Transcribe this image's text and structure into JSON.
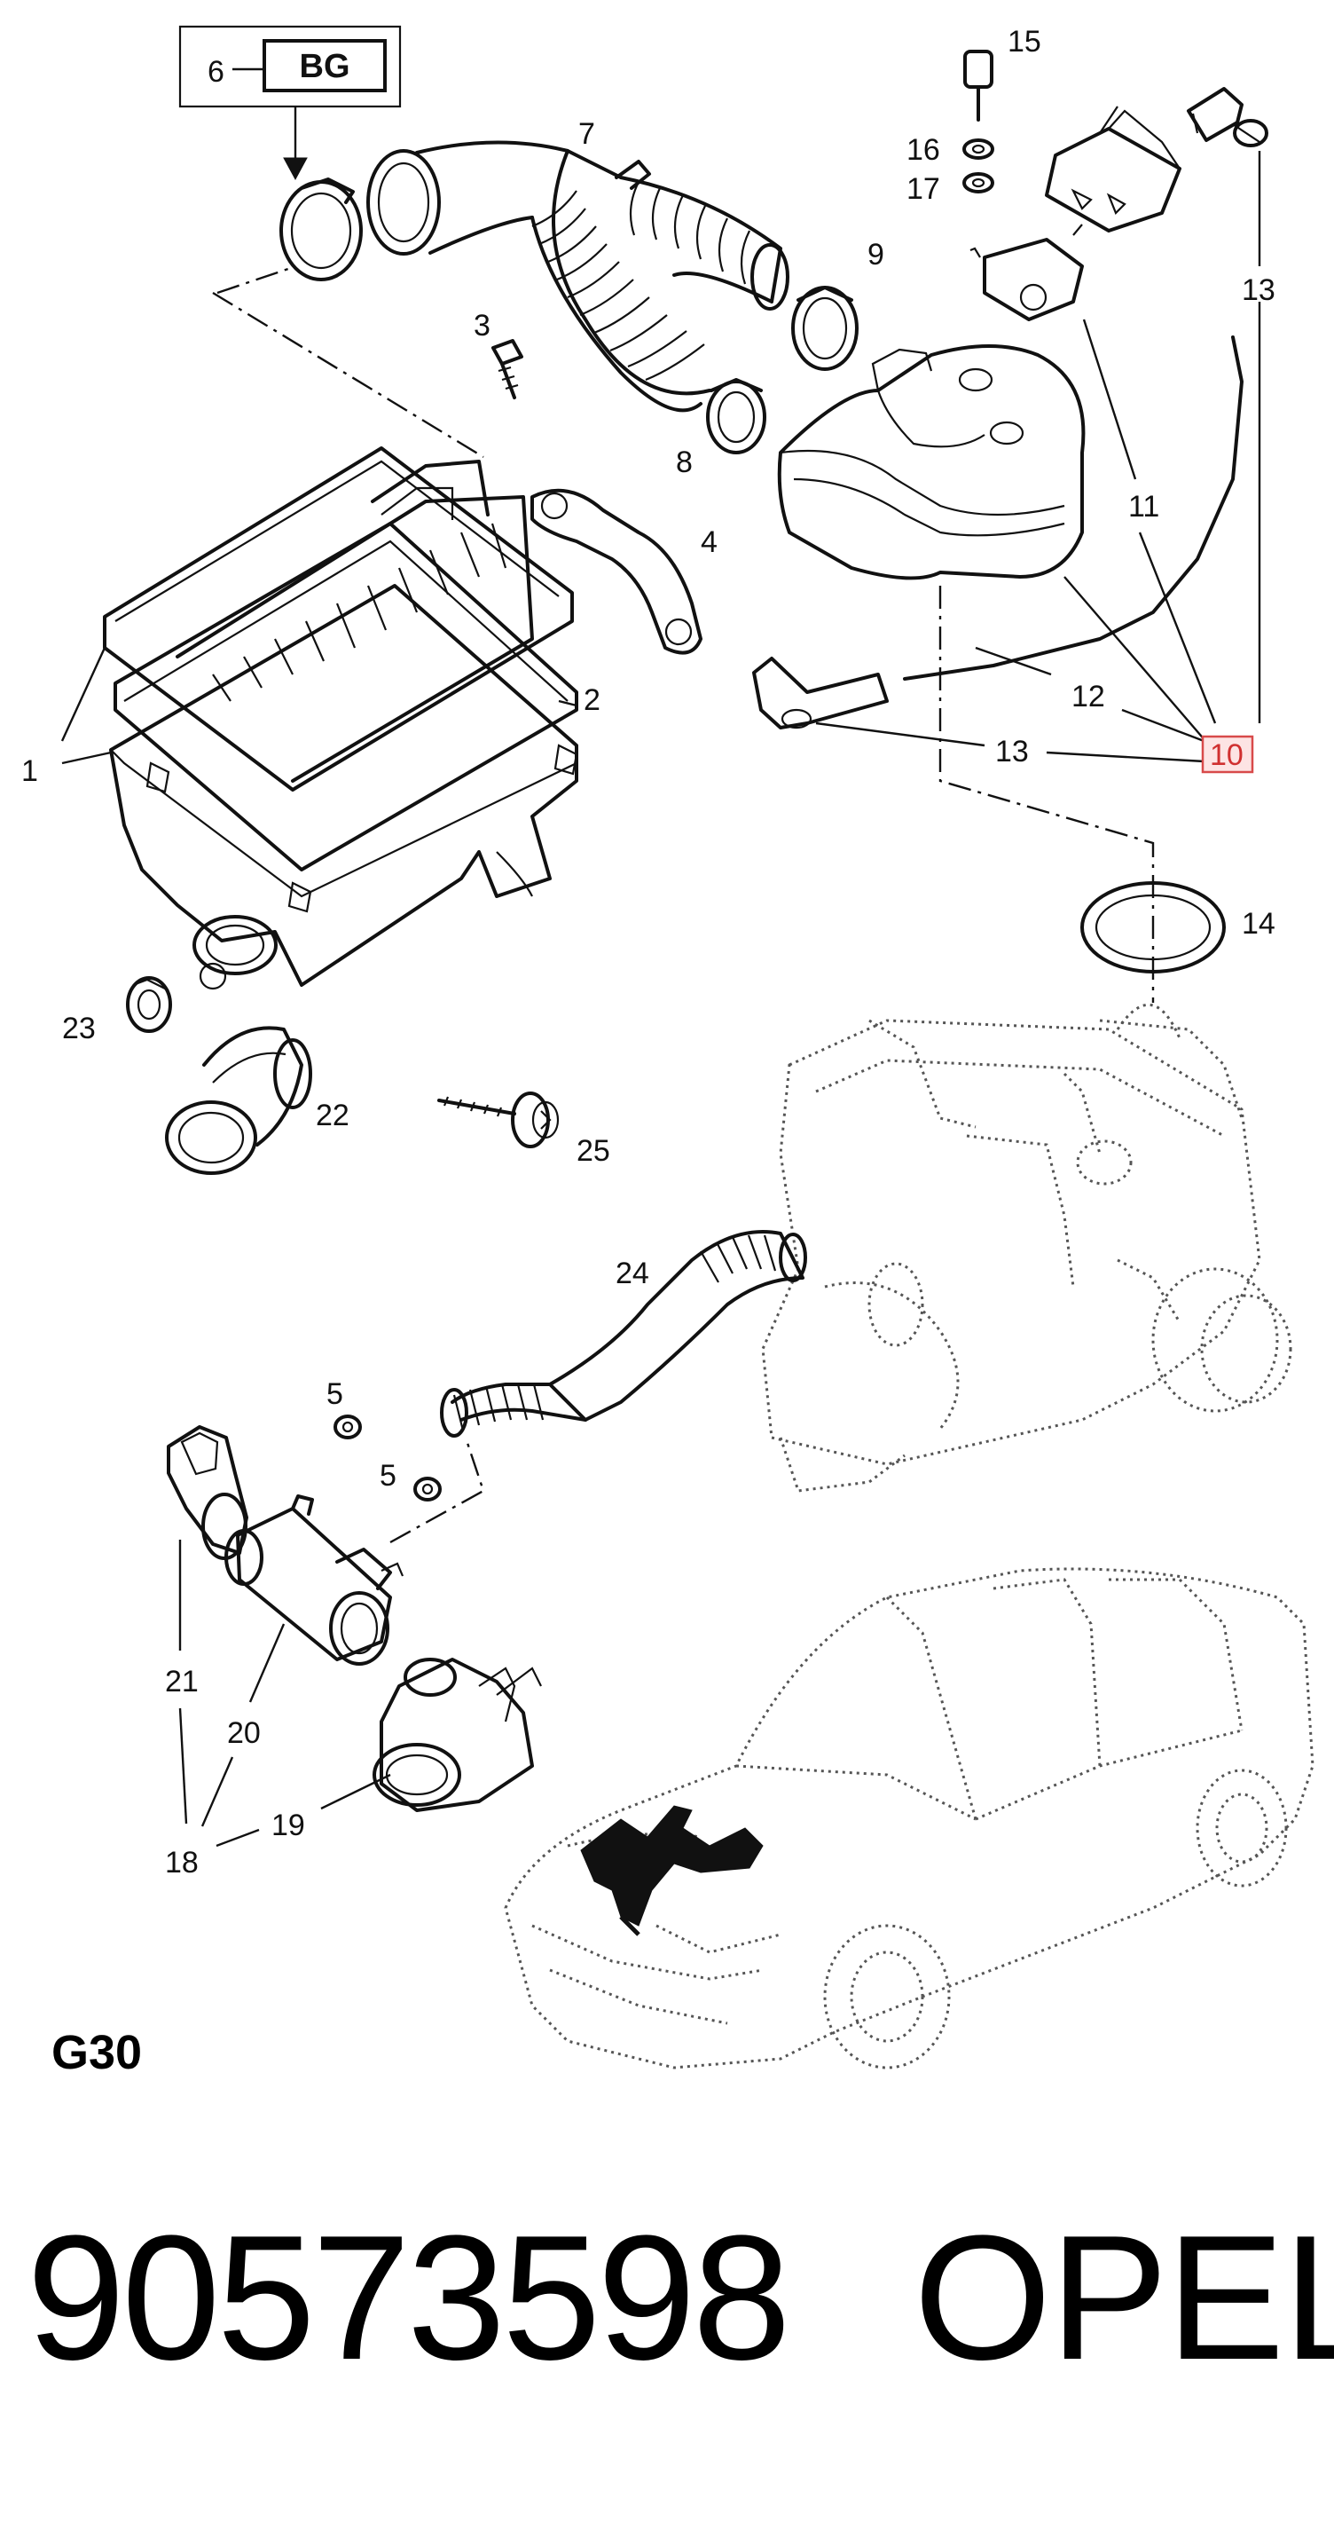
{
  "diagram": {
    "callouts": {
      "c1": "1",
      "c2": "2",
      "c3": "3",
      "c4": "4",
      "c5a": "5",
      "c5b": "5",
      "c6": "6",
      "c7": "7",
      "c8": "8",
      "c9": "9",
      "c10": "10",
      "c11": "11",
      "c12": "12",
      "c13a": "13",
      "c13b": "13",
      "c14": "14",
      "c15": "15",
      "c16": "16",
      "c17": "17",
      "c18": "18",
      "c19": "19",
      "c20": "20",
      "c21": "21",
      "c22": "22",
      "c23": "23",
      "c24": "24",
      "c25": "25"
    },
    "kit_badge": "BG",
    "highlighted_callout": "10",
    "highlight_color": "#d84a4a",
    "section_code": "G30"
  },
  "footer": {
    "part_number": "90573598",
    "brand": "OPEL"
  }
}
